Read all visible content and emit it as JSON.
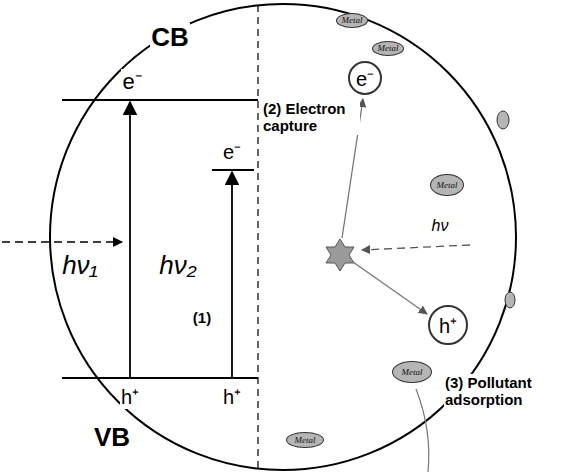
{
  "diagram": {
    "nodes": [
      {
        "text": [
          "Metal"
        ]
      },
      {
        "text": [
          "Metal"
        ]
      },
      {
        "text": [
          "e⁻"
        ]
      },
      {
        "text": [
          "Metal"
        ]
      },
      {
        "text": [
          "h⁺"
        ]
      },
      {
        "text": [
          "Metal"
        ]
      },
      {
        "text": [
          "Metal"
        ]
      }
    ],
    "labels": [
      "CB",
      "e⁻",
      "e⁻",
      "hν₁",
      "hν₂",
      "(1)",
      "h⁺",
      "h⁺",
      "VB",
      "(2) Electron capture",
      "hν",
      "(3) Pollutant adsorption"
    ]
  }
}
